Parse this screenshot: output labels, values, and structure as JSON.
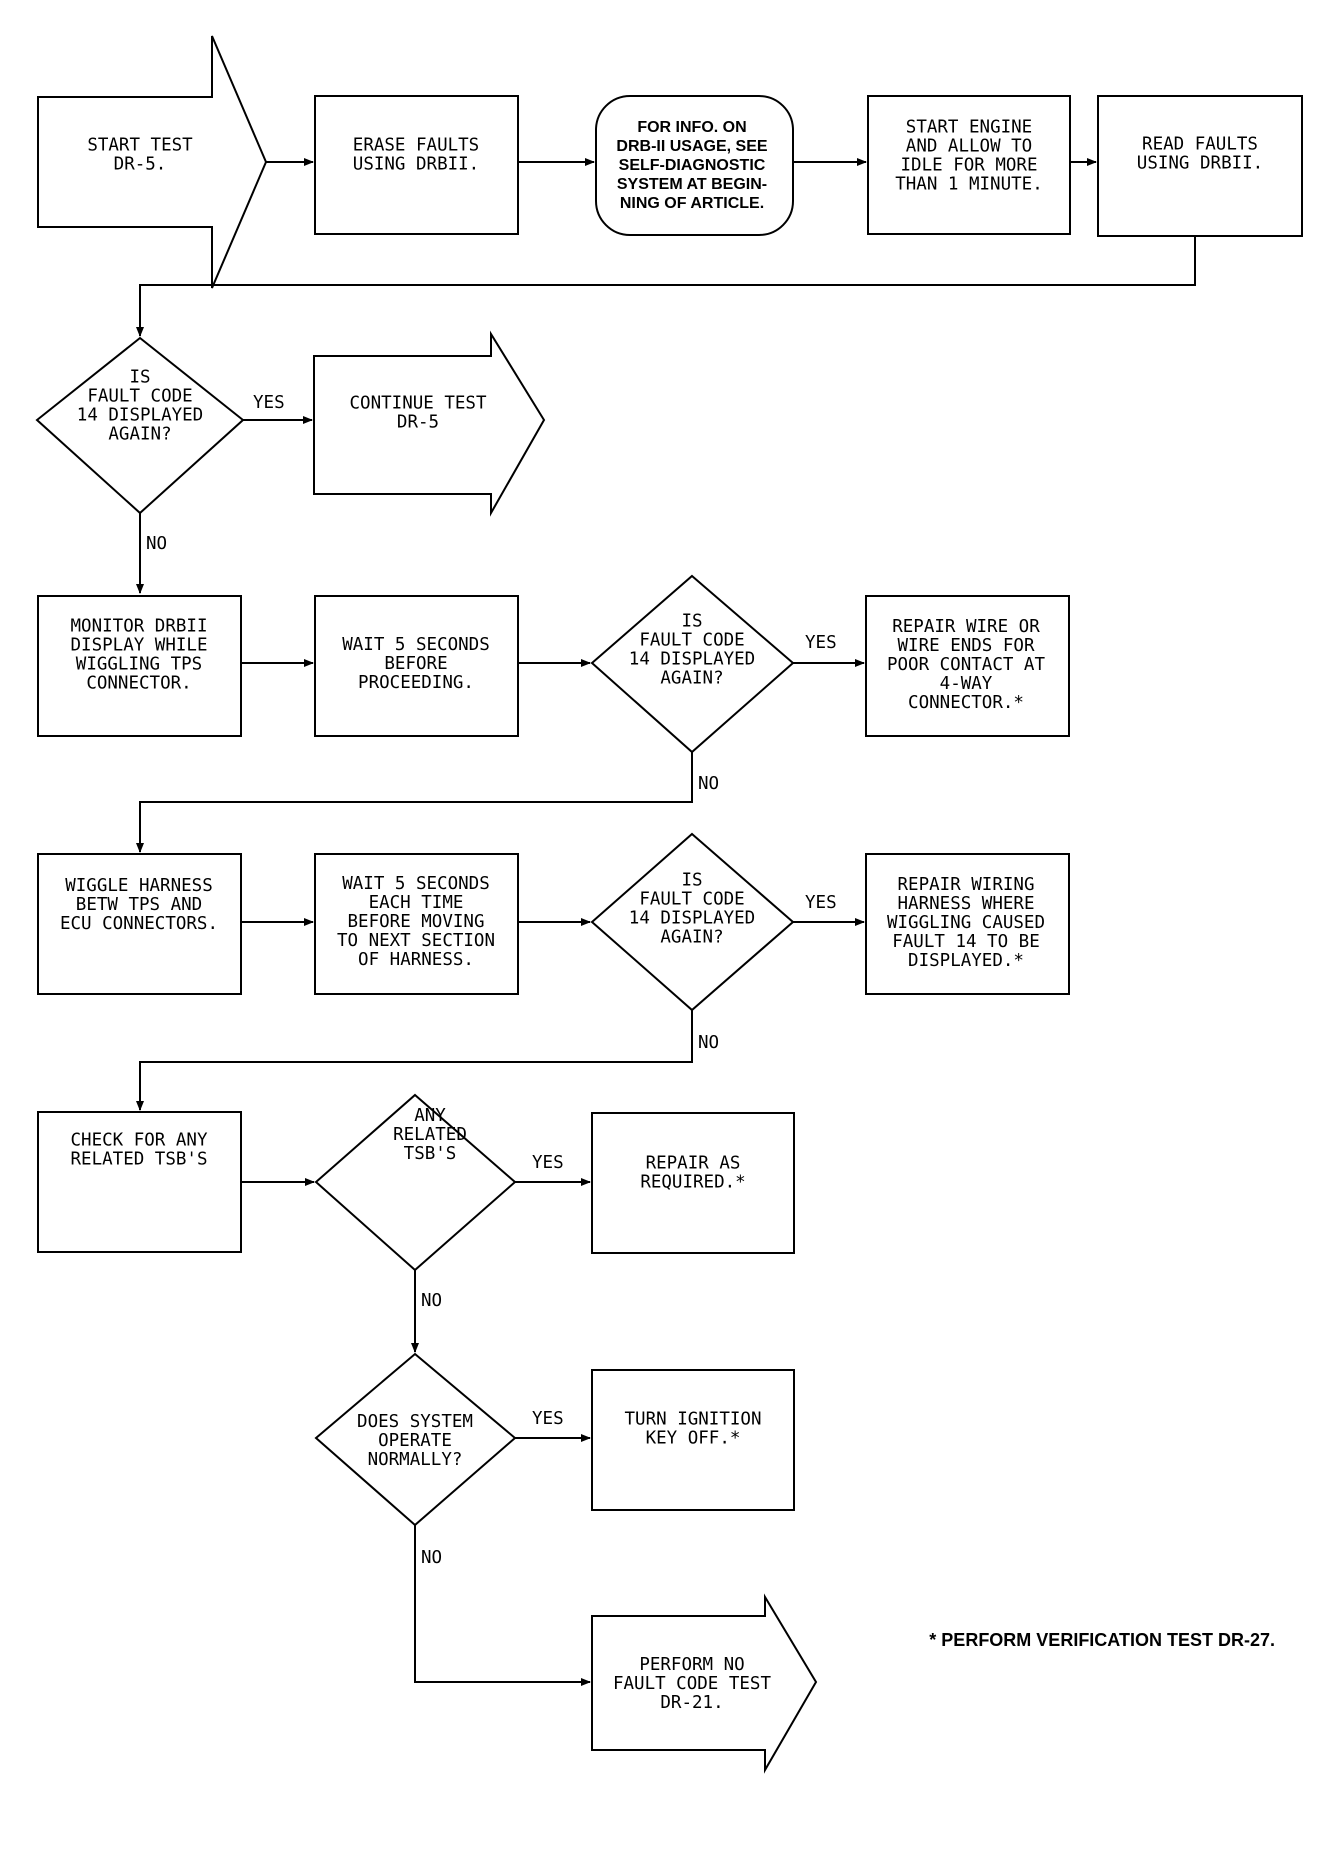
{
  "nodes": {
    "start_test": [
      "START TEST",
      "DR-5."
    ],
    "erase_faults": [
      "ERASE FAULTS",
      "USING DRBII."
    ],
    "info_note": [
      "FOR INFO. ON",
      "DRB-II USAGE, SEE",
      "SELF-DIAGNOSTIC",
      "SYSTEM AT BEGIN-",
      "NING OF ARTICLE."
    ],
    "start_engine": [
      "START ENGINE",
      "AND ALLOW TO",
      "IDLE FOR MORE",
      "THAN 1 MINUTE."
    ],
    "read_faults": [
      "READ FAULTS",
      "USING DRBII."
    ],
    "decision_1": [
      "IS",
      "FAULT CODE",
      "14 DISPLAYED",
      "AGAIN?"
    ],
    "continue_test": [
      "CONTINUE TEST",
      "DR-5"
    ],
    "monitor_drbii": [
      "MONITOR DRBII",
      "DISPLAY WHILE",
      "WIGGLING TPS",
      "CONNECTOR."
    ],
    "wait_5_a": [
      "WAIT 5 SECONDS",
      "BEFORE",
      "PROCEEDING."
    ],
    "decision_2": [
      "IS",
      "FAULT CODE",
      "14 DISPLAYED",
      "AGAIN?"
    ],
    "repair_wire": [
      "REPAIR WIRE OR",
      "WIRE ENDS FOR",
      "POOR CONTACT AT",
      "4-WAY",
      "CONNECTOR.*"
    ],
    "wiggle_harness": [
      "WIGGLE HARNESS",
      "BETW TPS AND",
      "ECU CONNECTORS."
    ],
    "wait_5_b": [
      "WAIT 5 SECONDS",
      "EACH TIME",
      "BEFORE MOVING",
      "TO NEXT SECTION",
      "OF HARNESS."
    ],
    "decision_3": [
      "IS",
      "FAULT CODE",
      "14 DISPLAYED",
      "AGAIN?"
    ],
    "repair_wiring": [
      "REPAIR WIRING",
      "HARNESS WHERE",
      "WIGGLING CAUSED",
      "FAULT 14 TO BE",
      "DISPLAYED.*"
    ],
    "check_tsb": [
      "CHECK FOR ANY",
      "RELATED TSB'S"
    ],
    "decision_tsb": [
      "ANY",
      "RELATED",
      "TSB'S"
    ],
    "repair_required": [
      "REPAIR AS",
      "REQUIRED.*"
    ],
    "decision_normal": [
      "DOES SYSTEM",
      "OPERATE",
      "NORMALLY?"
    ],
    "turn_ignition": [
      "TURN IGNITION",
      "KEY OFF.*"
    ],
    "perform_no_fault": [
      "PERFORM NO",
      "FAULT CODE TEST",
      "DR-21."
    ]
  },
  "edge_labels": {
    "yes": "YES",
    "no": "NO"
  },
  "footnote": "* PERFORM VERIFICATION TEST DR-27."
}
